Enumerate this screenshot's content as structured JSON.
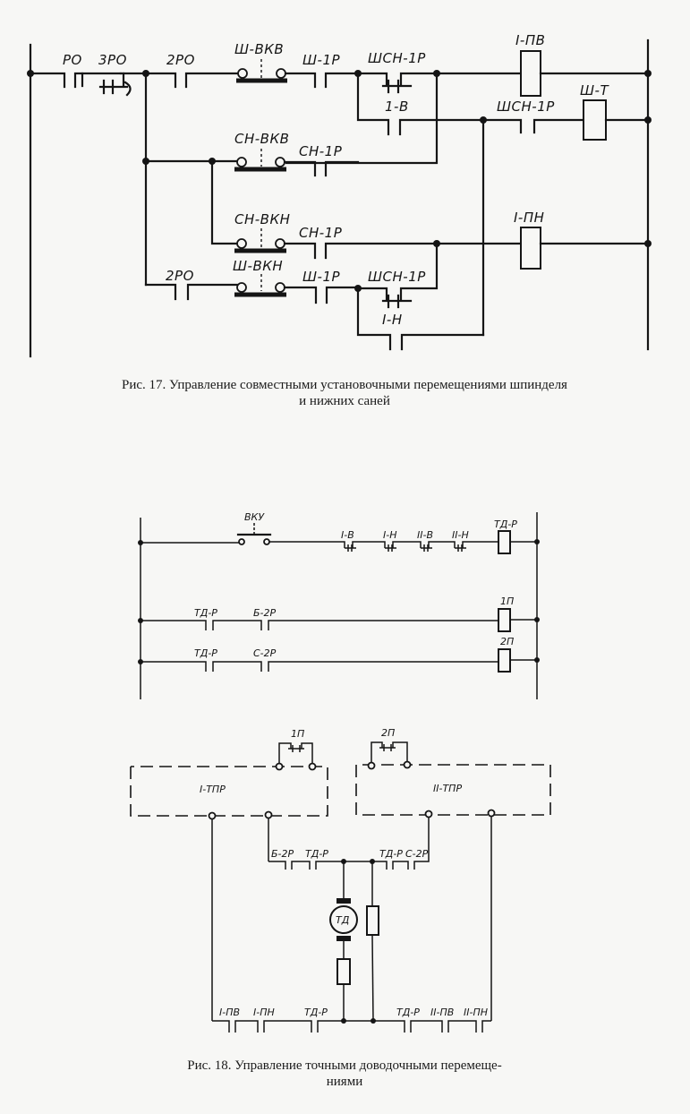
{
  "figure17": {
    "labels": {
      "ro": "РО",
      "ro3": "3РО",
      "ro2_top": "2РО",
      "sh_vkv": "Ш-ВКВ",
      "sh_1r_top": "Ш-1Р",
      "shsn_1r_top": "ШСН-1Р",
      "i_pv": "I-ПВ",
      "b1": "1-В",
      "shsn_1r_mid": "ШСН-1Р",
      "sh_t": "Ш-Т",
      "sn_vkv": "СН-ВКВ",
      "sn_1r_a": "СН-1Р",
      "sn_vkn": "СН-ВКН",
      "sn_1r_b": "СН-1Р",
      "i_pn": "I-ПН",
      "ro2_bot": "2РО",
      "sh_vkn": "Ш-ВКН",
      "sh_1r_bot": "Ш-1Р",
      "shsn_1r_bot": "ШСН-1Р",
      "i_n": "I-Н"
    },
    "caption_line1": "Рис. 17. Управление совместными установочными перемещениями шпинделя",
    "caption_line2": "и нижних саней"
  },
  "figure18": {
    "labels": {
      "vku": "ВКУ",
      "i_v": "I-В",
      "i_n": "I-Н",
      "ii_v": "II-В",
      "ii_n": "II-Н",
      "td_r_coil": "ТД-Р",
      "td_r_a": "ТД-Р",
      "b_2r": "Б-2Р",
      "p1_coil": "1П",
      "td_r_b": "ТД-Р",
      "s_2r": "С-2Р",
      "p2_coil": "2П",
      "p1_contact": "1П",
      "p2_contact": "2П",
      "i_tpr": "I-ТПР",
      "ii_tpr": "II-ТПР",
      "b_2r_lower": "Б-2Р",
      "td_r_lower1": "ТД-Р",
      "td_r_lower2": "ТД-Р",
      "s_2r_lower": "С-2Р",
      "motor": "ТД",
      "i_pv": "I-ПВ",
      "i_pn": "I-ПН",
      "td_r_bot1": "ТД-Р",
      "td_r_bot2": "ТД-Р",
      "ii_pv": "II-ПВ",
      "ii_pn": "II-ПН"
    },
    "caption_line1": "Рис. 18. Управление точными доводочными перемеще-",
    "caption_line2": "ниями"
  }
}
